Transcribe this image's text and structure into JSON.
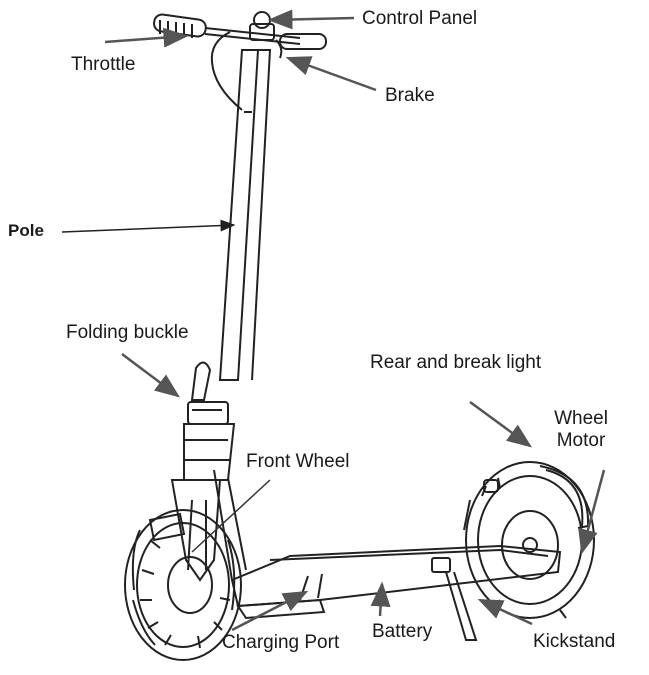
{
  "diagram": {
    "labels": {
      "control_panel": "Control Panel",
      "throttle": "Throttle",
      "brake": "Brake",
      "pole": "Pole",
      "folding_buckle": "Folding buckle",
      "rear_light": "Rear and break light",
      "wheel_motor_line1": "Wheel",
      "wheel_motor_line2": "Motor",
      "front_wheel": "Front Wheel",
      "charging_port": "Charging Port",
      "battery": "Battery",
      "kickstand": "Kickstand"
    },
    "colors": {
      "ink": "#1a1a1a",
      "arrow": "#555555",
      "background": "#ffffff"
    }
  }
}
